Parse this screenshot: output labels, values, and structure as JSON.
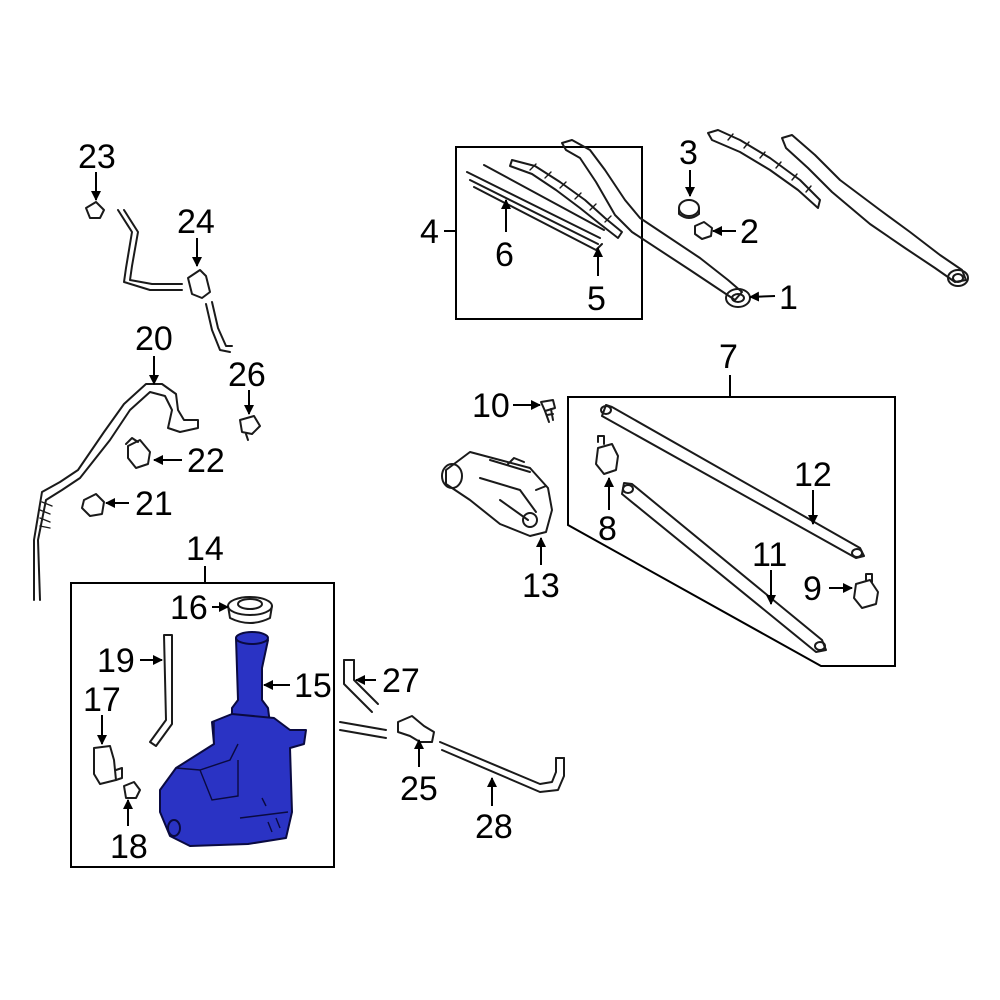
{
  "highlight_color": "#2a33c4",
  "callouts": {
    "c1": "1",
    "c2": "2",
    "c3": "3",
    "c4": "4",
    "c5": "5",
    "c6": "6",
    "c7": "7",
    "c8": "8",
    "c9": "9",
    "c10": "10",
    "c11": "11",
    "c12": "12",
    "c13": "13",
    "c14": "14",
    "c15": "15",
    "c16": "16",
    "c17": "17",
    "c18": "18",
    "c19": "19",
    "c20": "20",
    "c21": "21",
    "c22": "22",
    "c23": "23",
    "c24": "24",
    "c25": "25",
    "c26": "26",
    "c27": "27",
    "c28": "28"
  }
}
